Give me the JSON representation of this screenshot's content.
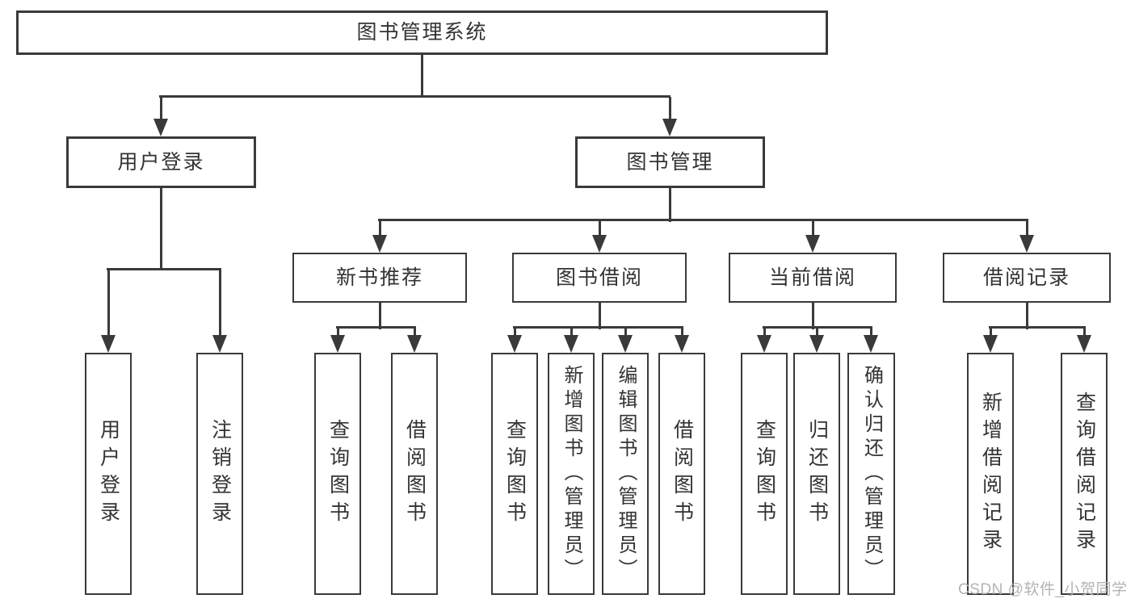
{
  "diagram": {
    "root": {
      "label": "图书管理系统"
    },
    "level2": [
      {
        "label": "用户登录"
      },
      {
        "label": "图书管理"
      }
    ],
    "level3": [
      {
        "label": "新书推荐"
      },
      {
        "label": "图书借阅"
      },
      {
        "label": "当前借阅"
      },
      {
        "label": "借阅记录"
      }
    ],
    "leaves": {
      "user_login": [
        "用户登录",
        "注销登录"
      ],
      "new_books": [
        "查询图书",
        "借阅图书"
      ],
      "borrow": [
        "查询图书",
        "新增图书（管理员）",
        "编辑图书（管理员）",
        "借阅图书"
      ],
      "current": [
        "查询图书",
        "归还图书",
        "确认归还（管理员）"
      ],
      "records": [
        "新增借阅记录",
        "查询借阅记录"
      ]
    }
  },
  "watermark": {
    "text": "CSDN @软件_小贺同学"
  },
  "colors": {
    "line": "#3a3a3a",
    "text": "#333333",
    "watermark": "#b3b3b3"
  }
}
